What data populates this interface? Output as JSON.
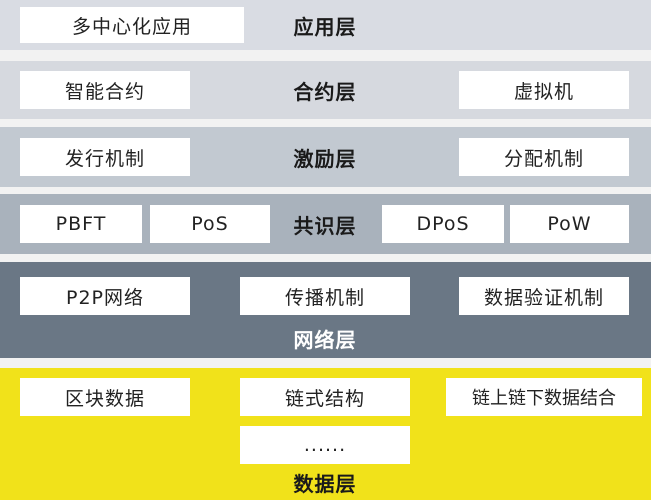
{
  "layers": {
    "application": {
      "title": "应用层",
      "items": [
        "多中心化应用"
      ]
    },
    "contract": {
      "title": "合约层",
      "items": [
        "智能合约",
        "虚拟机"
      ]
    },
    "incentive": {
      "title": "激励层",
      "items": [
        "发行机制",
        "分配机制"
      ]
    },
    "consensus": {
      "title": "共识层",
      "items": [
        "PBFT",
        "PoS",
        "DPoS",
        "PoW"
      ]
    },
    "network": {
      "title": "网络层",
      "items": [
        "P2P网络",
        "传播机制",
        "数据验证机制"
      ]
    },
    "data": {
      "title": "数据层",
      "items": [
        "区块数据",
        "链式结构",
        "链上链下数据结合",
        "......"
      ]
    }
  },
  "colors": {
    "application_band": "#d9dce3",
    "contract_band": "#d6d9df",
    "incentive_band": "#c2c9d1",
    "consensus_band": "#a9b2bc",
    "network_band": "#6a7785",
    "data_band": "#f1e21a"
  }
}
